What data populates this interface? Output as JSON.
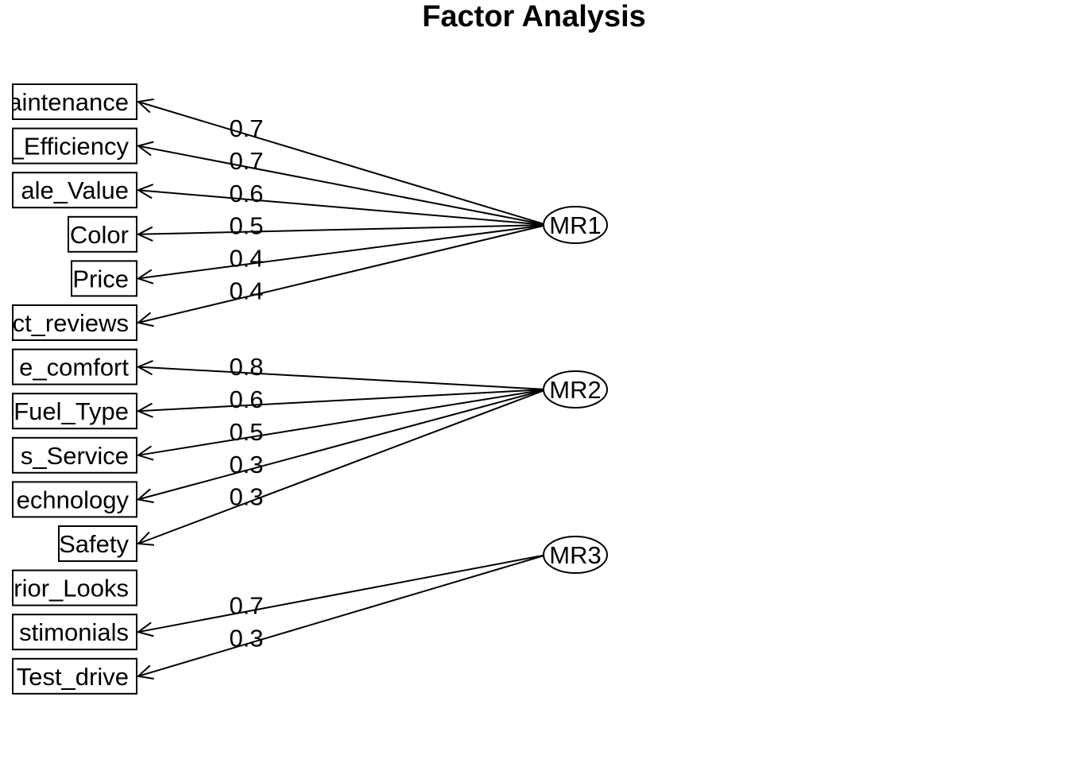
{
  "title": "Factor Analysis",
  "chart_data": {
    "type": "factor_diagram",
    "title": "Factor Analysis",
    "variables": [
      "aintenance",
      "_Efficiency",
      "ale_Value",
      "Color",
      "Price",
      "ct_reviews",
      "e_comfort",
      "Fuel_Type",
      "s_Service",
      "echnology",
      "Safety",
      "rior_Looks",
      "stimonials",
      "Test_drive"
    ],
    "factors": [
      "MR1",
      "MR2",
      "MR3"
    ],
    "loadings": [
      {
        "factor": "MR1",
        "variable": "aintenance",
        "value": "0.7"
      },
      {
        "factor": "MR1",
        "variable": "_Efficiency",
        "value": "0.7"
      },
      {
        "factor": "MR1",
        "variable": "ale_Value",
        "value": "0.6"
      },
      {
        "factor": "MR1",
        "variable": "Color",
        "value": "0.5"
      },
      {
        "factor": "MR1",
        "variable": "Price",
        "value": "0.4"
      },
      {
        "factor": "MR1",
        "variable": "ct_reviews",
        "value": "0.4"
      },
      {
        "factor": "MR2",
        "variable": "e_comfort",
        "value": "0.8"
      },
      {
        "factor": "MR2",
        "variable": "Fuel_Type",
        "value": "0.6"
      },
      {
        "factor": "MR2",
        "variable": "s_Service",
        "value": "0.5"
      },
      {
        "factor": "MR2",
        "variable": "echnology",
        "value": "0.3"
      },
      {
        "factor": "MR2",
        "variable": "Safety",
        "value": "0.3"
      },
      {
        "factor": "MR3",
        "variable": "stimonials",
        "value": "0.7"
      },
      {
        "factor": "MR3",
        "variable": "Test_drive",
        "value": "0.3"
      }
    ]
  }
}
